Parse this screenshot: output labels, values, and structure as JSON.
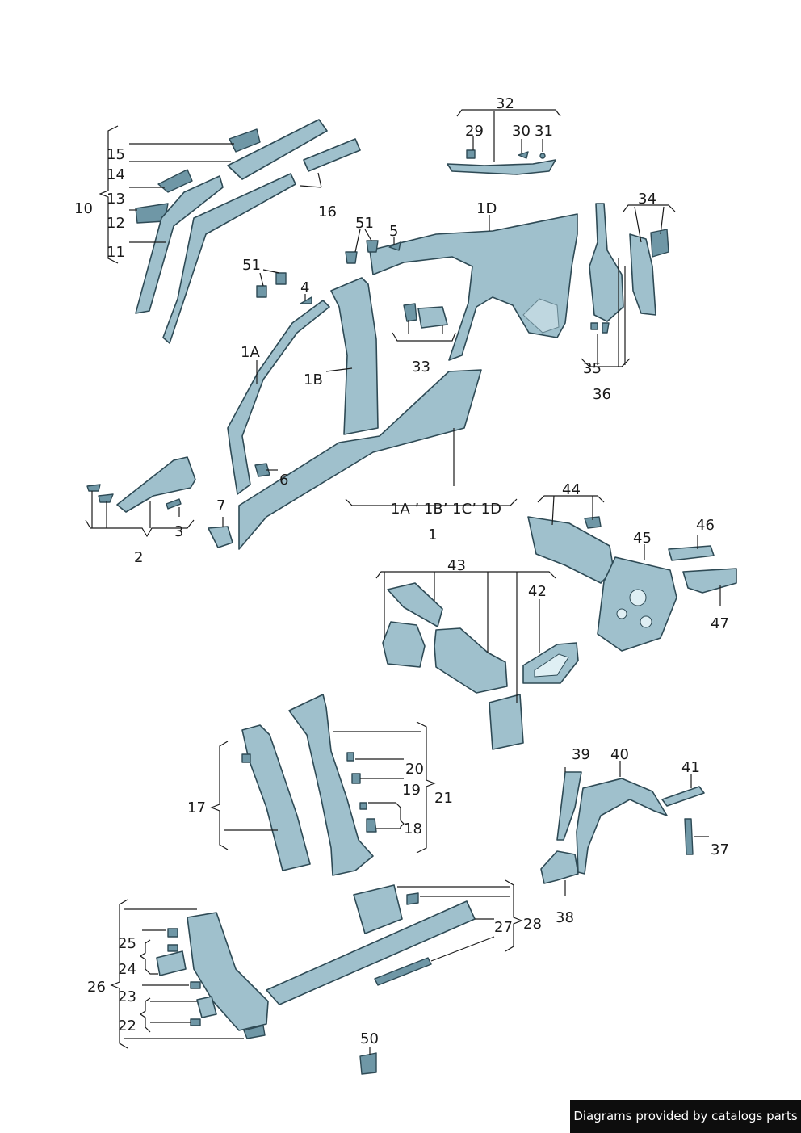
{
  "diagram": {
    "labels": {
      "l1": "1",
      "l1A": "1A",
      "l1B": "1B",
      "l1D": "1D",
      "l1all": "1A ’ 1B’ 1C’ 1D",
      "l2": "2",
      "l3": "3",
      "l4": "4",
      "l5": "5",
      "l6": "6",
      "l7": "7",
      "l10": "10",
      "l11": "11",
      "l12": "12",
      "l13": "13",
      "l14": "14",
      "l15": "15",
      "l16": "16",
      "l17": "17",
      "l18": "18",
      "l19": "19",
      "l20": "20",
      "l21": "21",
      "l22": "22",
      "l23": "23",
      "l24": "24",
      "l25": "25",
      "l26": "26",
      "l27": "27",
      "l28": "28",
      "l29": "29",
      "l30": "30",
      "l31": "31",
      "l32": "32",
      "l33": "33",
      "l34": "34",
      "l35": "35",
      "l36": "36",
      "l37": "37",
      "l38": "38",
      "l39": "39",
      "l40": "40",
      "l41": "41",
      "l42": "42",
      "l43": "43",
      "l44": "44",
      "l45": "45",
      "l46": "46",
      "l47": "47",
      "l50": "50",
      "l51a": "51",
      "l51b": "51"
    }
  },
  "footer": {
    "credit": "Diagrams provided by catalogs parts"
  }
}
